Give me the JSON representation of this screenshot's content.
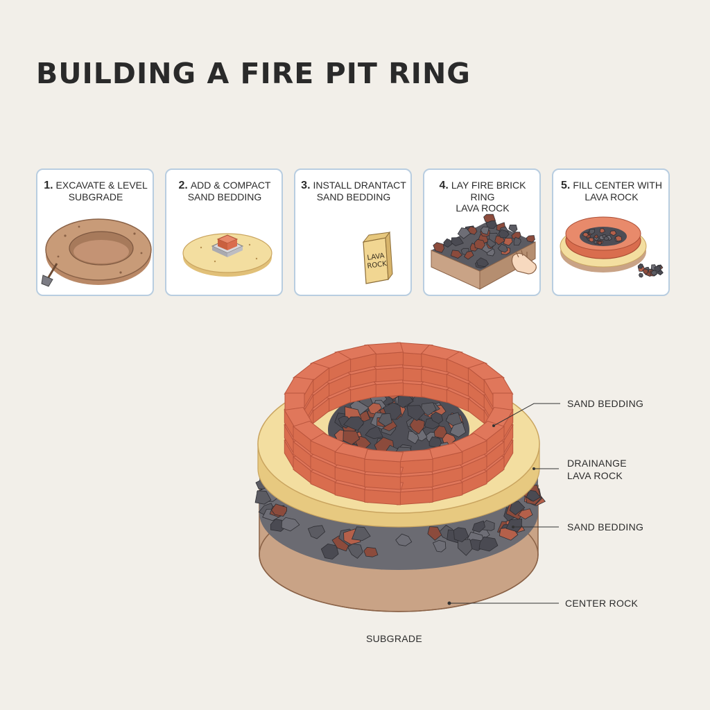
{
  "title": "BUILDING A FIRE PIT RING",
  "steps": [
    {
      "number": "1.",
      "line1": "EXCAVATE & LEVEL",
      "line2": "SUBGRADE"
    },
    {
      "number": "2.",
      "line1": "ADD & COMPACT",
      "line2": "SAND BEDDING"
    },
    {
      "number": "3.",
      "line1": "INSTALL DRANTACT",
      "line2": "SAND BEDDING",
      "bag_text_1": "LAVA",
      "bag_text_2": "ROCK"
    },
    {
      "number": "4.",
      "line1": "LAY FIRE BRICK RING",
      "line2": "LAVA ROCK"
    },
    {
      "number": "5.",
      "line1": "FILL CENTER WITH",
      "line2": "LAVA ROCK"
    }
  ],
  "callouts": {
    "sand_top": "SAND BEDDING",
    "drainage_1": "DRAINANGE",
    "drainage_2": "LAVA ROCK",
    "sand_mid": "SAND BEDDING",
    "center_rock": "CENTER ROCK",
    "subgrade": "SUBGRADE"
  },
  "colors": {
    "brick": "#e0775b",
    "brick_dark": "#b9553d",
    "sand": "#f3dea0",
    "soil": "#c9a386",
    "rock": "#5b5b62",
    "card_border": "#b8cde0"
  }
}
